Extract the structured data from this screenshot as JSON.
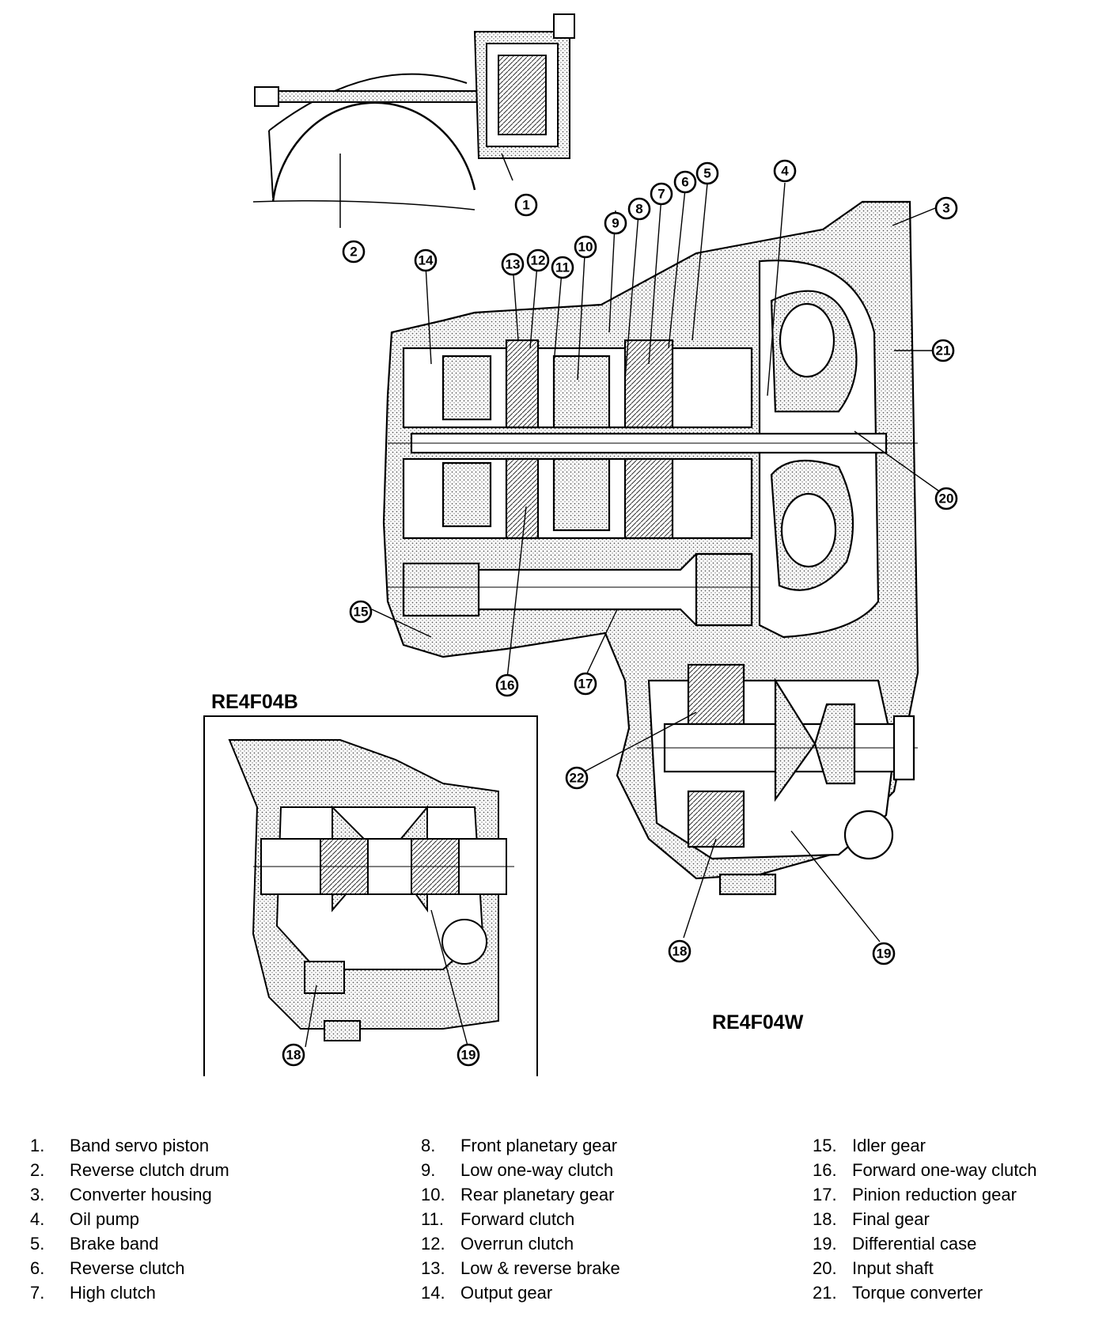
{
  "models": {
    "inset": "RE4F04B",
    "main": "RE4F04W"
  },
  "callouts": [
    "1",
    "2",
    "3",
    "4",
    "5",
    "6",
    "7",
    "8",
    "9",
    "10",
    "11",
    "12",
    "13",
    "14",
    "15",
    "16",
    "17",
    "18",
    "19",
    "20",
    "21",
    "22"
  ],
  "legend": [
    {
      "num": "1.",
      "name": "Band servo piston"
    },
    {
      "num": "2.",
      "name": "Reverse clutch drum"
    },
    {
      "num": "3.",
      "name": "Converter housing"
    },
    {
      "num": "4.",
      "name": "Oil pump"
    },
    {
      "num": "5.",
      "name": "Brake band"
    },
    {
      "num": "6.",
      "name": "Reverse clutch"
    },
    {
      "num": "7.",
      "name": "High clutch"
    },
    {
      "num": "8.",
      "name": "Front planetary gear"
    },
    {
      "num": "9.",
      "name": "Low one-way clutch"
    },
    {
      "num": "10.",
      "name": "Rear planetary gear"
    },
    {
      "num": "11.",
      "name": "Forward clutch"
    },
    {
      "num": "12.",
      "name": "Overrun clutch"
    },
    {
      "num": "13.",
      "name": "Low & reverse brake"
    },
    {
      "num": "14.",
      "name": "Output gear"
    },
    {
      "num": "15.",
      "name": "Idler gear"
    },
    {
      "num": "16.",
      "name": "Forward one-way clutch"
    },
    {
      "num": "17.",
      "name": "Pinion reduction gear"
    },
    {
      "num": "18.",
      "name": "Final gear"
    },
    {
      "num": "19.",
      "name": "Differential case"
    },
    {
      "num": "20.",
      "name": "Input shaft"
    },
    {
      "num": "21.",
      "name": "Torque converter"
    }
  ]
}
